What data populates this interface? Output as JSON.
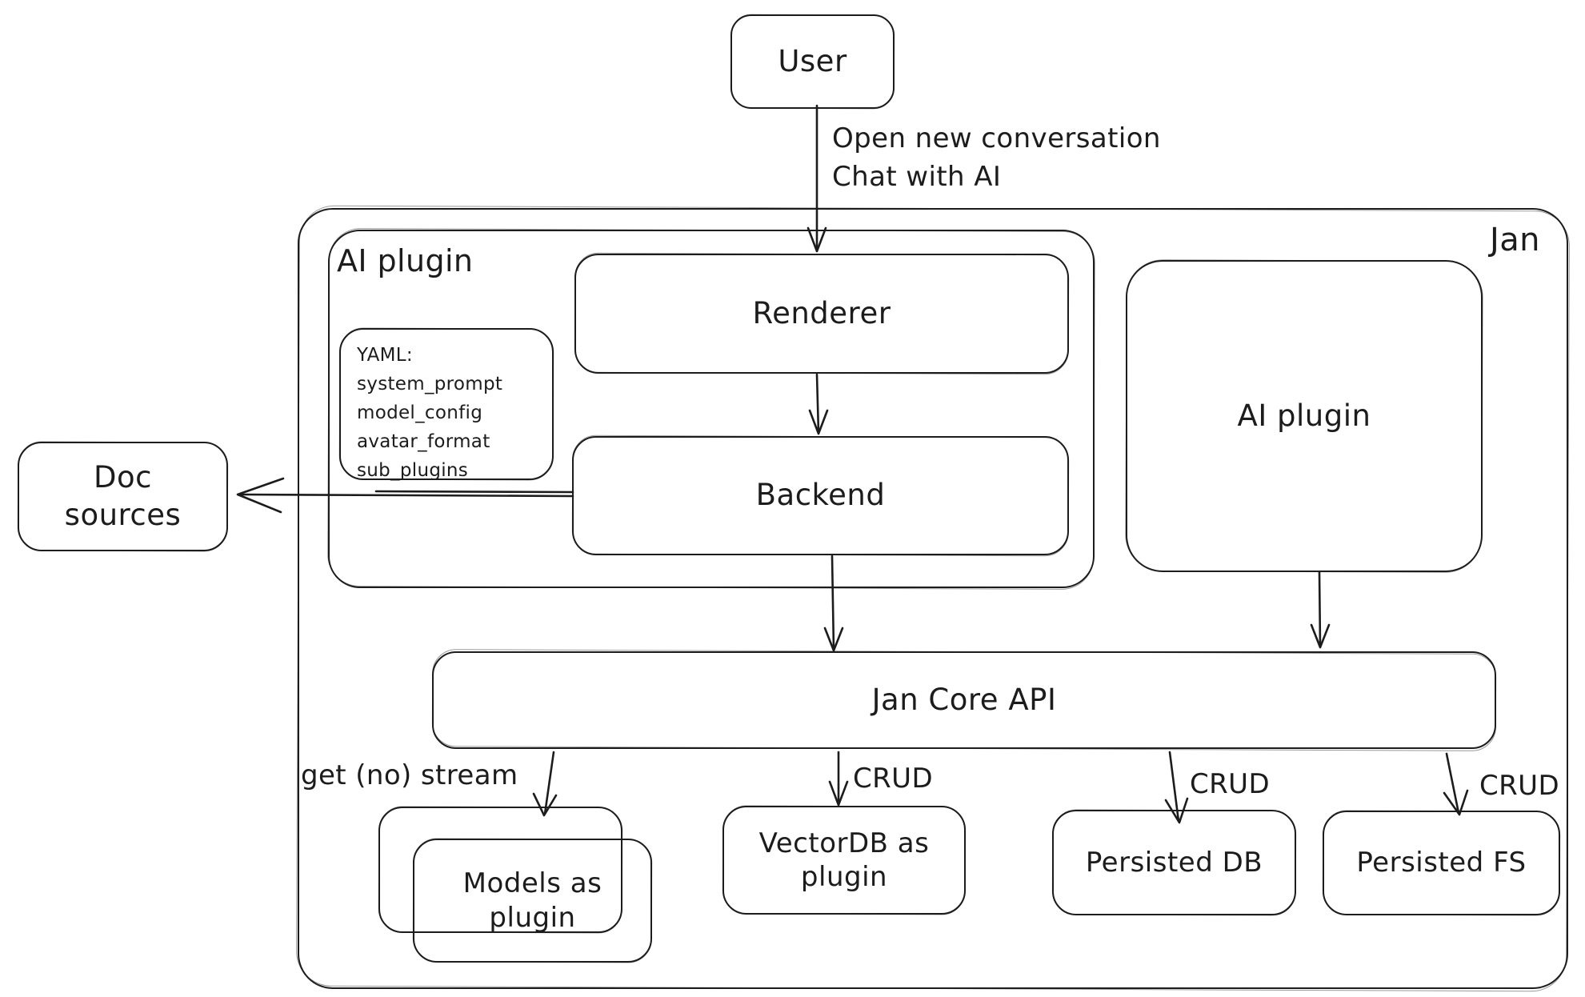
{
  "colors": {
    "stroke": "#1c1c1c",
    "background": "#ffffff"
  },
  "nodes": {
    "user": "User",
    "jan_container": "Jan",
    "ai_plugin_group": "AI plugin",
    "renderer": "Renderer",
    "backend": "Backend",
    "ai_plugin": "AI plugin",
    "doc_sources": "Doc sources",
    "jan_core_api": "Jan Core API",
    "models_as_plugin": "Models as plugin",
    "vectordb_as_plugin": "VectorDB as plugin",
    "persisted_db": "Persisted DB",
    "persisted_fs": "Persisted FS"
  },
  "yaml_note": {
    "title": "YAML:",
    "fields": [
      "system_prompt",
      "model_config",
      "avatar_format",
      "sub_plugins"
    ]
  },
  "edge_labels": {
    "user_to_renderer": [
      "Open new conversation",
      "Chat with AI"
    ],
    "core_to_models": "get (no) stream",
    "core_to_vectordb": "CRUD",
    "core_to_persisted_db": "CRUD",
    "core_to_persisted_fs": "CRUD"
  }
}
